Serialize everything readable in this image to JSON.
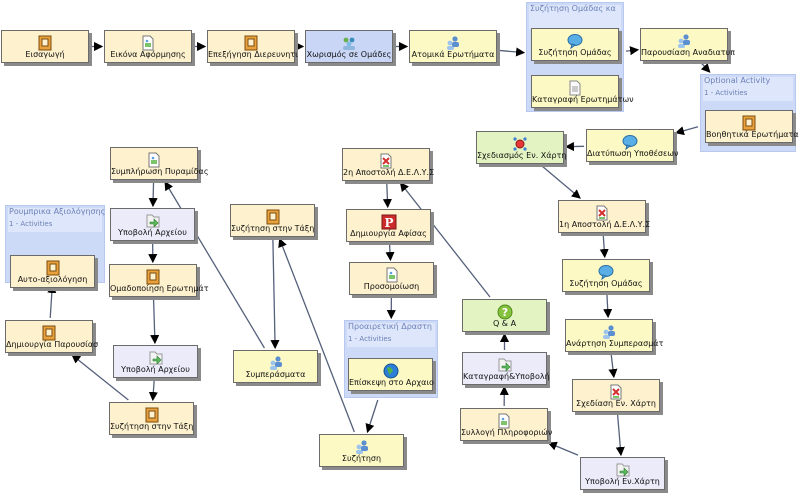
{
  "nodes": [
    {
      "id": "eisagogi",
      "label": "Εισαγωγή",
      "icon": "notebook-icon",
      "color": "cream"
    },
    {
      "id": "eikona",
      "label": "Εικόνα Αφόρμησης",
      "icon": "image-doc-icon",
      "color": "cream"
    },
    {
      "id": "epexigisi",
      "label": "Επεξήγηση Διερευνητι",
      "icon": "notebook-icon",
      "color": "cream"
    },
    {
      "id": "xorismos",
      "label": "Χωρισμός σε Ομάδες",
      "icon": "people-group-icon",
      "color": "blue"
    },
    {
      "id": "atomika",
      "label": "Ατομικά Ερωτήματα",
      "icon": "people-icon",
      "color": "yellow"
    },
    {
      "id": "syz_omadas_1",
      "label": "Συζήτηση Ομάδας",
      "icon": "speech-bubble-icon",
      "color": "yellow"
    },
    {
      "id": "katagrafi_erot",
      "label": "Καταγραφή Ερωτημάτων",
      "icon": "document-icon",
      "color": "yellow"
    },
    {
      "id": "parousiasi",
      "label": "Παρουσίαση Αναδιατυπ",
      "icon": "people-icon",
      "color": "yellow"
    },
    {
      "id": "voithitika",
      "label": "Βοηθητικά Ερωτήματα",
      "icon": "notebook-icon",
      "color": "cream"
    },
    {
      "id": "diatyposi",
      "label": "Διατύπωση Υποθέσεων",
      "icon": "speech-bubble-icon",
      "color": "yellow"
    },
    {
      "id": "sxediasmos",
      "label": "Σχεδιασμός Εν. Χάρτη",
      "icon": "map-pin-icon",
      "color": "green"
    },
    {
      "id": "apostoli1",
      "label": "1η Αποστολή Δ.Ε.Λ.Υ.Σ",
      "icon": "file-check-icon",
      "color": "cream"
    },
    {
      "id": "syz_omadas_2",
      "label": "Συζήτηση Ομάδας",
      "icon": "speech-bubble-icon",
      "color": "yellow"
    },
    {
      "id": "anartisi",
      "label": "Ανάρτηση Συμπερασμάτ",
      "icon": "people-icon",
      "color": "yellow"
    },
    {
      "id": "sxediasi",
      "label": "Σχεδίαση Εν. Χάρτη",
      "icon": "file-check-icon",
      "color": "cream"
    },
    {
      "id": "ypovoli_xarti",
      "label": "Υποβολή Εν.Χάρτη",
      "icon": "upload-arrow-icon",
      "color": "lav"
    },
    {
      "id": "syllogi",
      "label": "Συλλογή Πληροφοριών",
      "icon": "image-doc-icon",
      "color": "cream"
    },
    {
      "id": "katagrafi_ypovoli",
      "label": "Καταγραφή&Υποβολή",
      "icon": "upload-arrow-icon",
      "color": "lav"
    },
    {
      "id": "qa",
      "label": "Q & A",
      "icon": "question-icon",
      "color": "green"
    },
    {
      "id": "apostoli2",
      "label": "2η Αποστολή Δ.Ε.Λ.Υ.Σ",
      "icon": "file-check-icon",
      "color": "cream"
    },
    {
      "id": "afisa",
      "label": "Δημιουργία Αφίσας",
      "icon": "presentation-p-icon",
      "color": "cream"
    },
    {
      "id": "prosomoiosi",
      "label": "Προσομοίωση",
      "icon": "image-doc-icon",
      "color": "cream"
    },
    {
      "id": "episkepsi",
      "label": "Επίσκεψη στο Αρχαιο",
      "icon": "globe-icon",
      "color": "yellow"
    },
    {
      "id": "syzitisi",
      "label": "Συζήτηση",
      "icon": "people-icon",
      "color": "yellow"
    },
    {
      "id": "syz_taxi_1",
      "label": "Συζήτηση στην Τάξη",
      "icon": "notebook-icon",
      "color": "cream"
    },
    {
      "id": "symperasmata",
      "label": "Συμπεράσματα",
      "icon": "people-icon",
      "color": "yellow"
    },
    {
      "id": "pyramida",
      "label": "Συμπλήρωση Πυραμίδας",
      "icon": "image-doc-icon",
      "color": "cream"
    },
    {
      "id": "ypovoli_arx_1",
      "label": "Υποβολή Αρχείου",
      "icon": "upload-arrow-icon",
      "color": "lav"
    },
    {
      "id": "omadopoiisi",
      "label": "Ομαδοποίηση Ερωτημάτ",
      "icon": "notebook-icon",
      "color": "cream"
    },
    {
      "id": "ypovoli_arx_2",
      "label": "Υποβολή Αρχείου",
      "icon": "upload-arrow-icon",
      "color": "lav"
    },
    {
      "id": "syz_taxi_2",
      "label": "Συζήτηση στην Τάξη",
      "icon": "notebook-icon",
      "color": "cream"
    },
    {
      "id": "dim_parousias",
      "label": "Δημιουργία Παρουσίασ",
      "icon": "notebook-icon",
      "color": "cream"
    },
    {
      "id": "autoaxiologisi",
      "label": "Αυτο-αξιολόγηση",
      "icon": "notebook-icon",
      "color": "cream"
    }
  ],
  "groups": [
    {
      "id": "g_syz_omadas",
      "title": "Συζήτηση Ομάδας κα",
      "subtitle": ""
    },
    {
      "id": "g_optional",
      "title": "Optional Activity",
      "subtitle": "1 - Activities"
    },
    {
      "id": "g_proairetiki",
      "title": "Προαιρετική Δραστη",
      "subtitle": "1 - Activities"
    },
    {
      "id": "g_rouvrika",
      "title": "Ρουμπρικα Αξιολόγησης",
      "subtitle": "1 - Activities"
    }
  ],
  "edges": [
    [
      "eisagogi",
      "eikona"
    ],
    [
      "eikona",
      "epexigisi"
    ],
    [
      "epexigisi",
      "xorismos"
    ],
    [
      "xorismos",
      "atomika"
    ],
    [
      "atomika",
      "g_syz_omadas"
    ],
    [
      "g_syz_omadas",
      "parousiasi"
    ],
    [
      "parousiasi",
      "g_optional"
    ],
    [
      "g_optional",
      "diatyposi"
    ],
    [
      "diatyposi",
      "sxediasmos"
    ],
    [
      "sxediasmos",
      "apostoli1"
    ],
    [
      "apostoli1",
      "syz_omadas_2"
    ],
    [
      "syz_omadas_2",
      "anartisi"
    ],
    [
      "anartisi",
      "sxediasi"
    ],
    [
      "sxediasi",
      "ypovoli_xarti"
    ],
    [
      "ypovoli_xarti",
      "syllogi"
    ],
    [
      "syllogi",
      "katagrafi_ypovoli"
    ],
    [
      "katagrafi_ypovoli",
      "qa"
    ],
    [
      "qa",
      "apostoli2"
    ],
    [
      "apostoli2",
      "afisa"
    ],
    [
      "afisa",
      "prosomoiosi"
    ],
    [
      "prosomoiosi",
      "g_proairetiki"
    ],
    [
      "g_proairetiki",
      "syzitisi"
    ],
    [
      "syzitisi",
      "syz_taxi_1"
    ],
    [
      "syz_taxi_1",
      "symperasmata"
    ],
    [
      "symperasmata",
      "pyramida"
    ],
    [
      "pyramida",
      "ypovoli_arx_1"
    ],
    [
      "ypovoli_arx_1",
      "omadopoiisi"
    ],
    [
      "omadopoiisi",
      "ypovoli_arx_2"
    ],
    [
      "ypovoli_arx_2",
      "syz_taxi_2"
    ],
    [
      "syz_taxi_2",
      "dim_parousias"
    ],
    [
      "dim_parousias",
      "g_rouvrika"
    ]
  ]
}
